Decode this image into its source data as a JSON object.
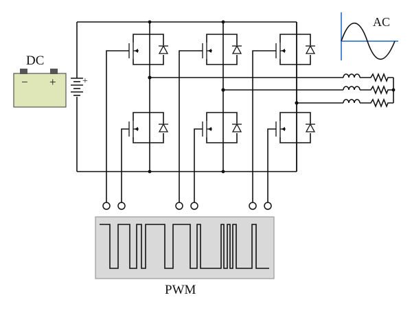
{
  "labels": {
    "dc": "DC",
    "ac": "AC",
    "pwm": "PWM",
    "minus": "−",
    "plus": "+",
    "battery_plus": "+"
  },
  "colors": {
    "battery_fill": "#dfe6b8",
    "battery_stroke": "#555555",
    "pwm_box_fill": "#d9d9d9",
    "pwm_box_stroke": "#999999",
    "ac_axis": "#3a7bd5",
    "line": "#111111"
  }
}
